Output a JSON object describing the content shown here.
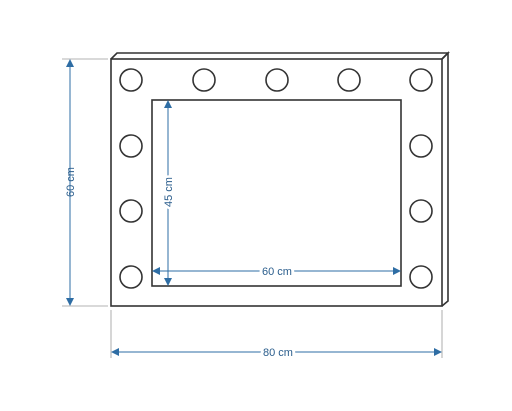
{
  "labels": {
    "outer_width": "80 cm",
    "outer_height": "60 cm",
    "inner_width": "60 cm",
    "inner_height": "45 cm"
  },
  "bulbs": {
    "top_count": 5,
    "left_count": 4,
    "right_count": 4
  },
  "colors": {
    "frame_stroke": "#333333",
    "dimension_line": "#2e6da4",
    "dimension_text": "#2a5d8c",
    "extension_line": "#9a9a9a",
    "background": "#ffffff"
  }
}
